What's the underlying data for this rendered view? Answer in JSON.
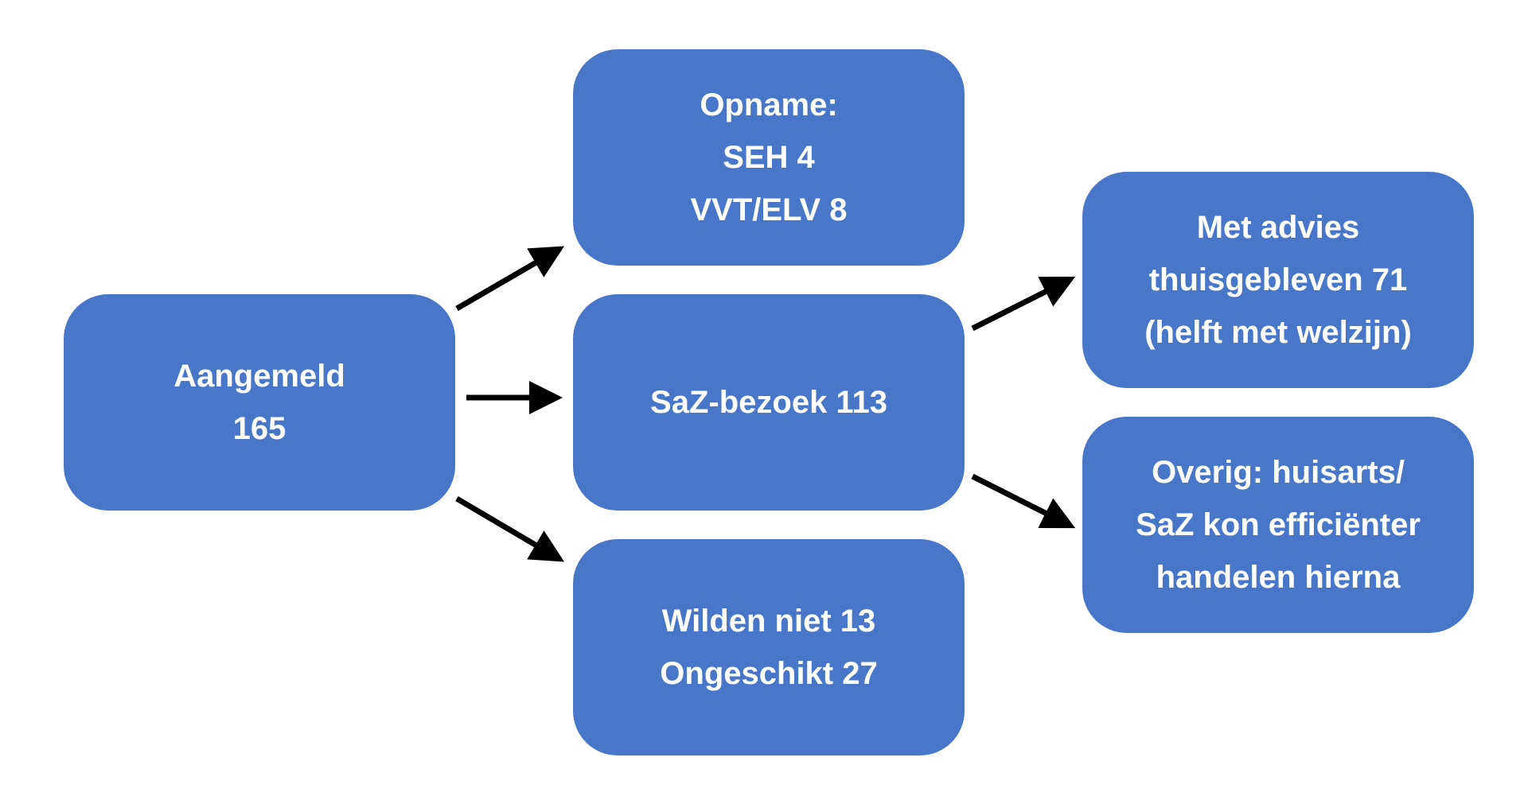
{
  "colors": {
    "box_fill": "#4877C9",
    "box_text": "#FFFFFF",
    "arrow": "#000000",
    "background": "#FFFFFF"
  },
  "nodes": {
    "aangemeld": "Aangemeld\n165",
    "opname": "Opname:\nSEH 4\nVVT/ELV 8",
    "saz_bezoek": "SaZ-bezoek 113",
    "wilden_niet": "Wilden niet 13\nOngeschikt 27",
    "met_advies": "Met advies\nthuisgebleven 71\n(helft met welzijn)",
    "overig": "Overig: huisarts/\nSaZ kon efficiënter\nhandelen hierna"
  }
}
